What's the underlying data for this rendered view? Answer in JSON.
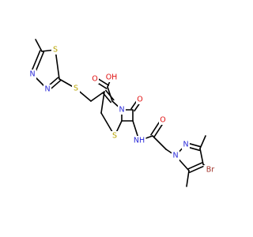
{
  "colors": {
    "bond": "#000000",
    "N": "#2828d8",
    "O": "#e01010",
    "S": "#b8a400",
    "Br": "#a0322a",
    "C": "#000000"
  },
  "labels": {
    "s_thiadiazole": "S",
    "n_thiadiazole_1": "N",
    "n_thiadiazole_2": "N",
    "s_thioether": "S",
    "cooh": "OH",
    "cooh_o": "O",
    "n_betalactam": "N",
    "o_betalactam": "O",
    "s_ring": "S",
    "nh_amide": "NH",
    "o_amide": "O",
    "n_pyrazole_1": "N",
    "n_pyrazole_2": "N",
    "br": "Br"
  }
}
